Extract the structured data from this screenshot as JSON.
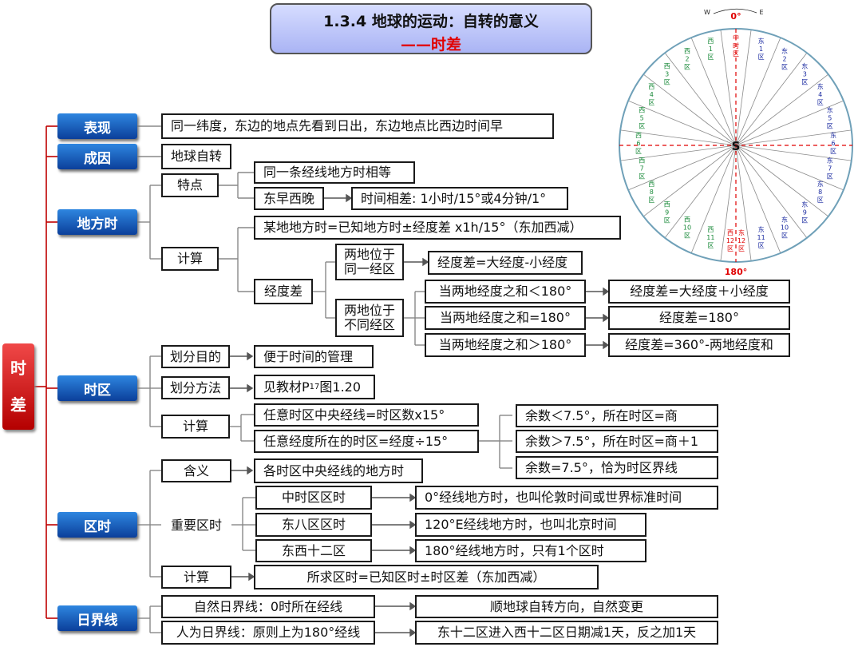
{
  "title": {
    "main": "1.3.4  地球的运动：自转的意义",
    "sub": "——时差"
  },
  "root": {
    "char1": "时",
    "char2": "差"
  },
  "categories": {
    "biaoxian": "表现",
    "chengyin": "成因",
    "difangshi": "地方时",
    "shiqu": "时区",
    "qushi": "区时",
    "rijiexian": "日界线"
  },
  "nodes": {
    "biaoxian_desc": "同一纬度，东边的地点先看到日出，东边地点比西边时间早",
    "chengyin_desc": "地球自转",
    "tedian": "特点",
    "tedian_1": "同一条经线地方时相等",
    "tedian_2": "东早西晚",
    "tedian_2_detail": "时间相差: 1小时/15°或4分钟/1°",
    "jisuan": "计算",
    "formula": "某地地方时=已知地方时±经度差 x1h/15°（东加西减）",
    "jingducha": "经度差",
    "same_zone_1": "两地位于",
    "same_zone_2": "同一经区",
    "same_zone_result": "经度差=大经度-小经度",
    "diff_zone_1": "两地位于",
    "diff_zone_2": "不同经区",
    "sum_lt": "当两地经度之和＜180°",
    "res_lt": "经度差=大经度＋小经度",
    "sum_eq": "当两地经度之和=180°",
    "res_eq": "经度差=180°",
    "sum_gt": "当两地经度之和＞180°",
    "res_gt": "经度差=360°-两地经度和",
    "hf_mudi": "划分目的",
    "hf_mudi_desc": "便于时间的管理",
    "hf_fangfa": "划分方法",
    "hf_fangfa_desc_a": "见教材P",
    "hf_fangfa_sub": "17",
    "hf_fangfa_desc_b": "图1.20",
    "sq_jisuan": "计算",
    "sq_calc_1": "任意时区中央经线=时区数x15°",
    "sq_calc_2": "任意经度所在的时区=经度÷15°",
    "rem_lt": "余数＜7.5°，所在时区=商",
    "rem_gt": "余数＞7.5°，所在时区=商＋1",
    "rem_eq": "余数=7.5°，恰为时区界线",
    "hanyi": "含义",
    "hanyi_desc": "各时区中央经线的地方时",
    "zhongyao": "重要区时",
    "zhong_qu": "中时区区时",
    "zhong_qu_desc": "0°经线地方时，也叫伦敦时间或世界标准时间",
    "dong8": "东八区区时",
    "dong8_desc": "120°E经线地方时，也叫北京时间",
    "dx12": "东西十二区",
    "dx12_desc": "180°经线地方时，只有1个区时",
    "qs_jisuan": "计算",
    "qs_formula": "所求区时=已知区时±时区差（东加西减）",
    "ziran": "自然日界线：0时所在经线",
    "ziran_desc": "顺地球自转方向，自然变更",
    "renwei": "人为日界线：原则上为180°经线",
    "renwei_desc": "东十二区进入西十二区日期减1天，反之加1天"
  },
  "dial": {
    "top_label": "0°",
    "bottom_label": "180°",
    "w_label": "W",
    "e_label": "E",
    "center_label": "S",
    "zone_char": "区",
    "west_char": "西",
    "east_char": "东",
    "central_top": [
      "中",
      "时",
      "区"
    ],
    "west_numbers": [
      "1",
      "2",
      "3",
      "4",
      "5",
      "6",
      "7",
      "8",
      "9",
      "10",
      "11"
    ],
    "east_numbers": [
      "1",
      "2",
      "3",
      "4",
      "5",
      "6",
      "7",
      "8",
      "9",
      "10",
      "11"
    ],
    "bottom_west": [
      "西",
      "12",
      "区"
    ],
    "bottom_east": [
      "东",
      "12",
      "区"
    ],
    "colors": {
      "west": "#1a8a3a",
      "east": "#1a2aa0",
      "accent": "#e00000",
      "circle": "#6fa0b8"
    }
  }
}
